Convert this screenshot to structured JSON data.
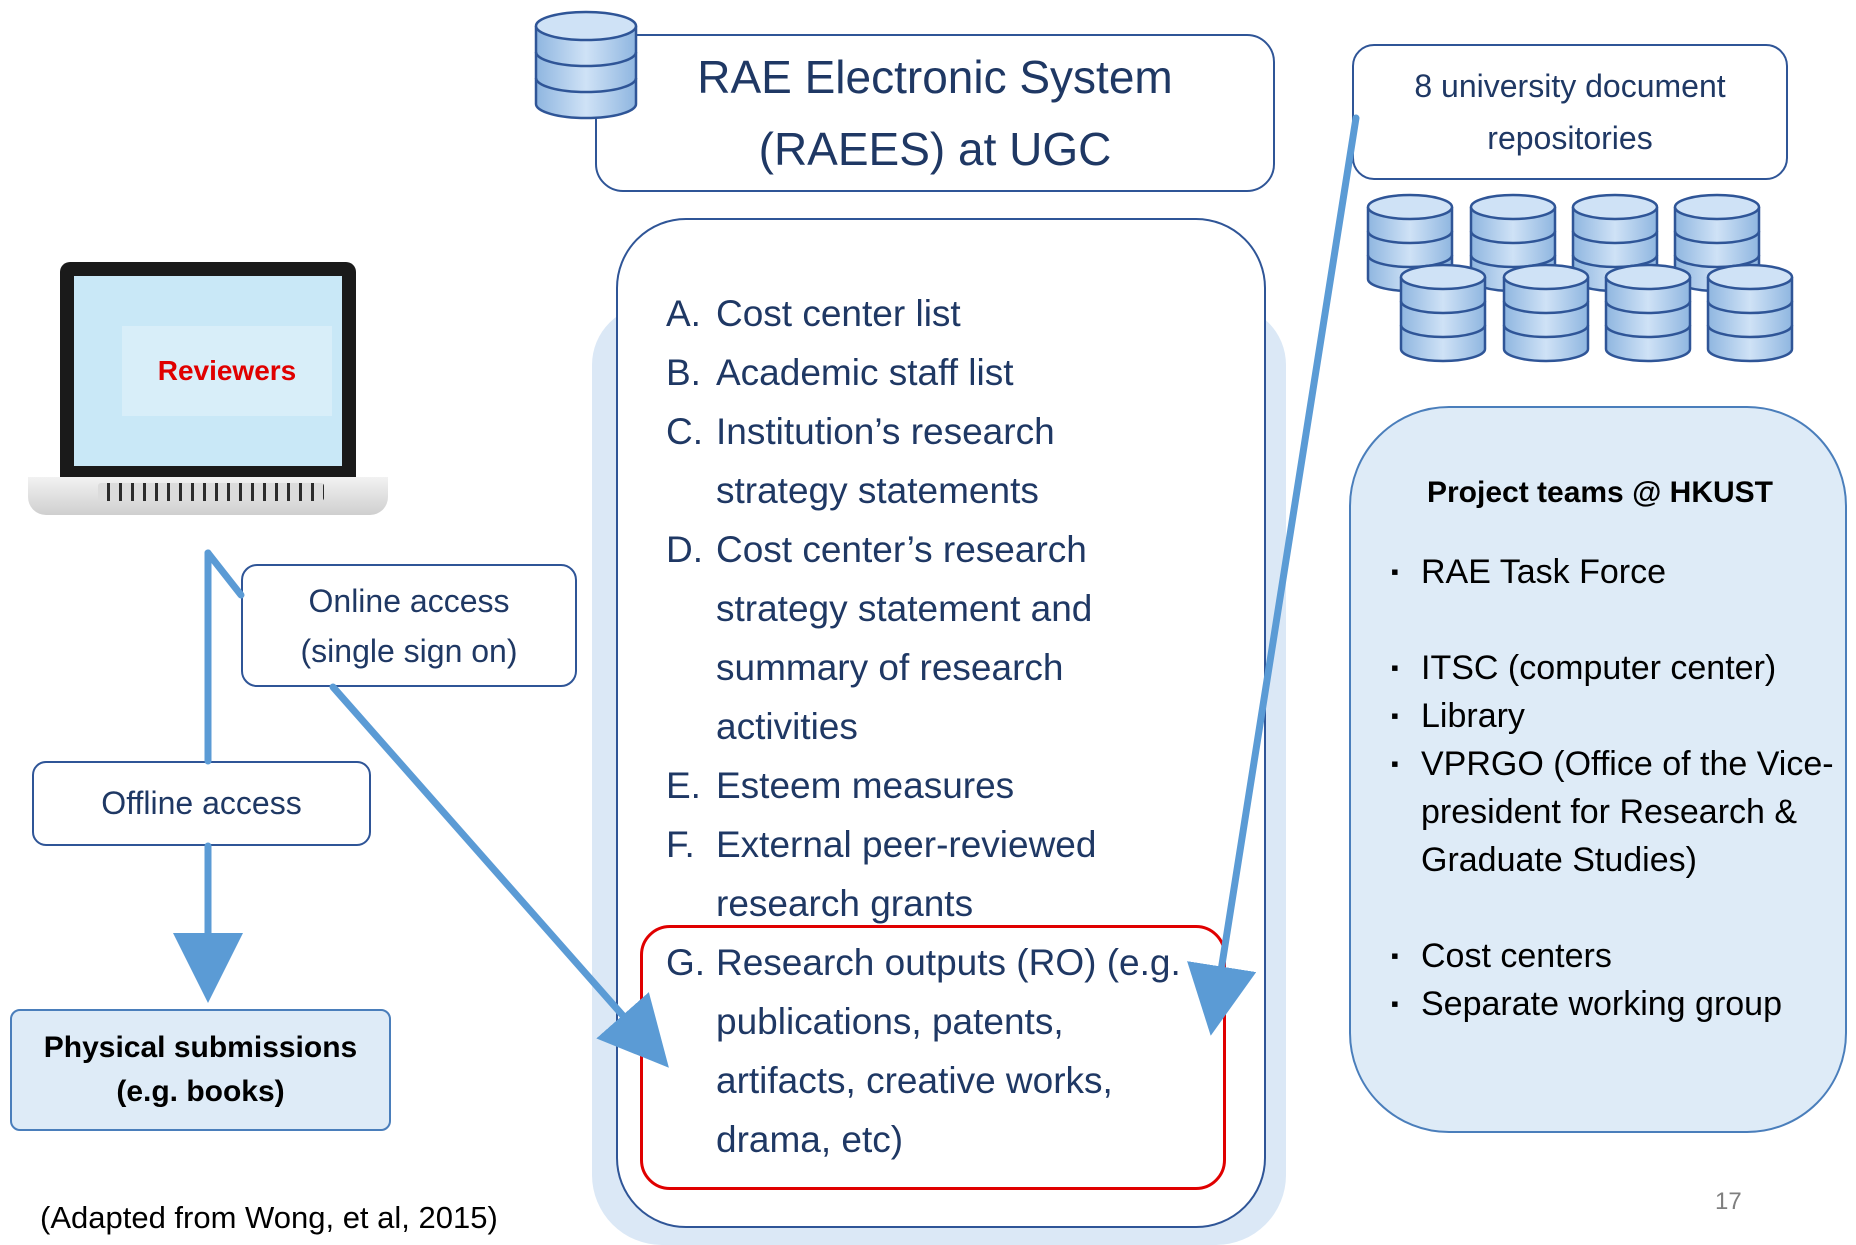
{
  "laptop": {
    "screen_label": "Reviewers"
  },
  "left": {
    "online_access": [
      "Online access",
      "(single sign on)"
    ],
    "offline_access": "Offline access",
    "physical_submissions": [
      "Physical submissions",
      "(e.g. books)"
    ]
  },
  "raees": {
    "title": [
      "RAE Electronic System",
      "(RAEES) at UGC"
    ],
    "items": [
      {
        "letter": "A.",
        "lines": [
          "Cost center list"
        ]
      },
      {
        "letter": "B.",
        "lines": [
          "Academic staff list"
        ]
      },
      {
        "letter": "C.",
        "lines": [
          "Institution’s research",
          "strategy statements"
        ]
      },
      {
        "letter": "D.",
        "lines": [
          "Cost center’s research",
          "strategy statement and",
          "summary of research",
          "activities"
        ]
      },
      {
        "letter": "E.",
        "lines": [
          "Esteem measures"
        ]
      },
      {
        "letter": "F.",
        "lines": [
          "External peer-reviewed",
          "research grants"
        ]
      },
      {
        "letter": "G.",
        "lines": [
          "Research outputs (RO) (e.g.",
          "publications, patents,",
          "artifacts, creative works,",
          "drama, etc)"
        ]
      }
    ]
  },
  "repositories": {
    "label": [
      "8 university document",
      "repositories"
    ],
    "count": 8
  },
  "teams": {
    "heading": "Project teams @ HKUST",
    "groups": [
      [
        "RAE Task Force"
      ],
      [
        "ITSC (computer center)",
        "Library",
        "VPRGO (Office of the Vice-president for Research & Graduate Studies)"
      ],
      [
        "Cost centers",
        "Separate working group"
      ]
    ]
  },
  "footer": {
    "source_note": "(Adapted from Wong, et al, 2015)",
    "page_number": "17"
  },
  "colors": {
    "arrow": "#5b9bd5",
    "border": "#2f5597",
    "text": "#1f3864",
    "highlight": "#e00000",
    "panel_fill": "#deebf7"
  }
}
